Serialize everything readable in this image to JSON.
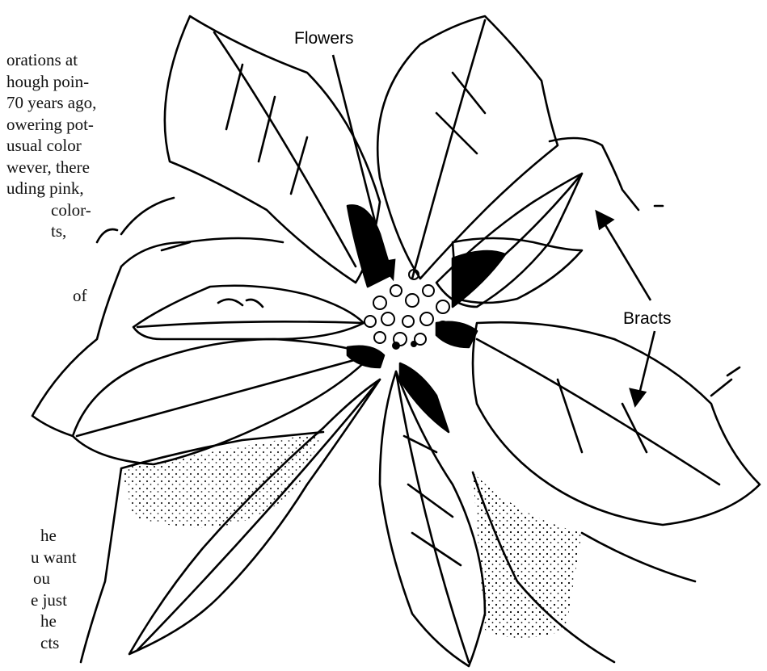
{
  "text_fragments": {
    "upper": [
      "orations at",
      "hough poin-",
      "70 years ago,",
      "owering pot-",
      "usual color",
      "wever, there",
      "uding pink,",
      "color-",
      "ts,",
      "",
      "",
      "of"
    ],
    "lower": [
      "he",
      "u want",
      "ou",
      "e just",
      "he",
      "cts"
    ]
  },
  "labels": {
    "flowers": "Flowers",
    "bracts": "Bracts"
  },
  "colors": {
    "ink": "#000000",
    "paper": "#ffffff",
    "text": "#111111"
  }
}
